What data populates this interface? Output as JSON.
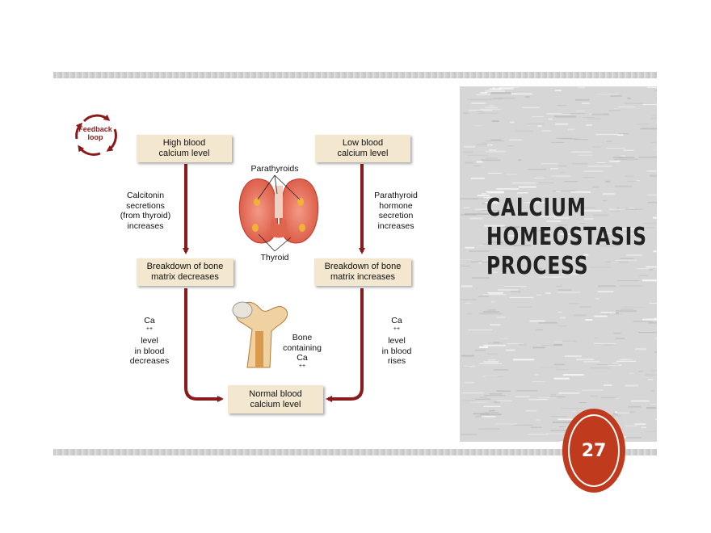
{
  "feedback": {
    "line1": "Feedback",
    "line2": "loop"
  },
  "boxes": {
    "high": {
      "line1": "High blood",
      "line2": "calcium level"
    },
    "low": {
      "line1": "Low blood",
      "line2": "calcium level"
    },
    "breakdown_dec": {
      "line1": "Breakdown of bone",
      "line2": "matrix decreases"
    },
    "breakdown_inc": {
      "line1": "Breakdown of bone",
      "line2": "matrix increases"
    },
    "normal": {
      "line1": "Normal blood",
      "line2": "calcium level"
    }
  },
  "labels": {
    "calcitonin": [
      "Calcitonin",
      "secretions",
      "(from thyroid)",
      "increases"
    ],
    "parathyroid_hormone": [
      "Parathyroid",
      "hormone",
      "secretion",
      "increases"
    ],
    "ca_decreases": {
      "pre": "Ca",
      "sup": "++",
      "post": " level",
      "l2": "in blood",
      "l3": "decreases"
    },
    "ca_rises": {
      "pre": "Ca",
      "sup": "++",
      "post": " level",
      "l2": "in blood",
      "l3": "rises"
    },
    "parathyroids": "Parathyroids",
    "thyroid": "Thyroid",
    "bone": {
      "l1": "Bone",
      "l2": "containing",
      "pre": "Ca",
      "sup": "++"
    }
  },
  "slide": {
    "title_lines": [
      "Calcium",
      "Homeostasis",
      "Process"
    ],
    "page_number": "27"
  },
  "colors": {
    "arrow": "#8b1a1a",
    "box_fill": "#f3e7cf",
    "badge": "#c03a1e",
    "panel": "#d6d6d6"
  }
}
